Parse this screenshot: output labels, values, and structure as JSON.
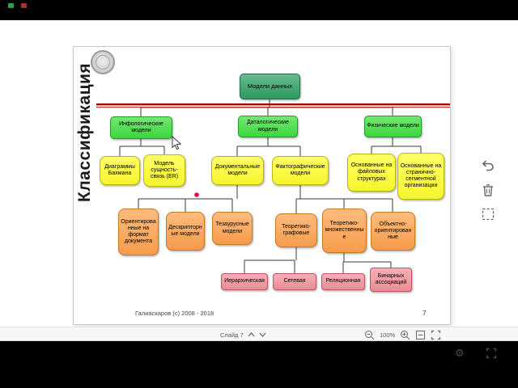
{
  "app": {
    "bottom_toolbar": {
      "slide_label": "Слайд 7",
      "zoom_level": "100%",
      "icons": [
        "chevron-up",
        "chevron-down",
        "zoom-out",
        "zoom-in",
        "fit-page",
        "fullscreen"
      ]
    },
    "side_toolbar": {
      "icons": [
        "undo",
        "trash",
        "select-area"
      ]
    },
    "player_bar": {
      "icons": [
        "settings-gear",
        "fullscreen"
      ]
    }
  },
  "slide": {
    "vertical_title": "Классификация",
    "footer_credit": "Галиаскаров (с) 2008 - 2018",
    "page_number": "7"
  },
  "diagram": {
    "type": "tree",
    "nodes": {
      "root": {
        "label": "Модели данных",
        "parent": null,
        "level": 0
      },
      "info": {
        "label": "Инфологические модели",
        "parent": "root",
        "level": 1
      },
      "datalog": {
        "label": "Даталогические модели",
        "parent": "root",
        "level": 1
      },
      "phys": {
        "label": "Физические модели",
        "parent": "root",
        "level": 1
      },
      "bachman": {
        "label": "Диаграммы Бахмана",
        "parent": "info",
        "level": 2
      },
      "er": {
        "label": "Модель сущность-связь (ER)",
        "parent": "info",
        "level": 2
      },
      "doc": {
        "label": "Документальные модели",
        "parent": "datalog",
        "level": 2
      },
      "fact": {
        "label": "Фактографические модели",
        "parent": "datalog",
        "level": 2
      },
      "filestruct": {
        "label": "Основанные на файловых структурах",
        "parent": "phys",
        "level": 2
      },
      "pagestruct": {
        "label": "Основанные на странично-сегментной организации",
        "parent": "phys",
        "level": 2
      },
      "docformat": {
        "label": "Ориентированные на формат документа",
        "parent": "doc",
        "level": 3
      },
      "descriptor": {
        "label": "Дескрипторные модели",
        "parent": "doc",
        "level": 3
      },
      "thesaurus": {
        "label": "Тезаурусные модели",
        "parent": "doc",
        "level": 3
      },
      "graph": {
        "label": "Теоретико-графовые",
        "parent": "fact",
        "level": 3
      },
      "settheory": {
        "label": "Теоретико-множественные",
        "parent": "fact",
        "level": 3
      },
      "objorient": {
        "label": "Объектно-ориентированные",
        "parent": "fact",
        "level": 3
      },
      "hier": {
        "label": "Иерархическая",
        "parent": "graph",
        "level": 4
      },
      "network": {
        "label": "Сетевая",
        "parent": "graph",
        "level": 4
      },
      "relational": {
        "label": "Реляционная",
        "parent": "settheory",
        "level": 4
      },
      "binary": {
        "label": "Бинарных ассоциаций",
        "parent": "settheory",
        "level": 4
      }
    },
    "colors": {
      "root_node": "#2FA064",
      "branch_node": "#3FDE3F",
      "level3_node": "#FFFF2E",
      "level4_node": "#FFA24D",
      "level5_node": "#F2929A",
      "divider_red": "#AE0000",
      "laser_dot": "#E4003A"
    }
  }
}
